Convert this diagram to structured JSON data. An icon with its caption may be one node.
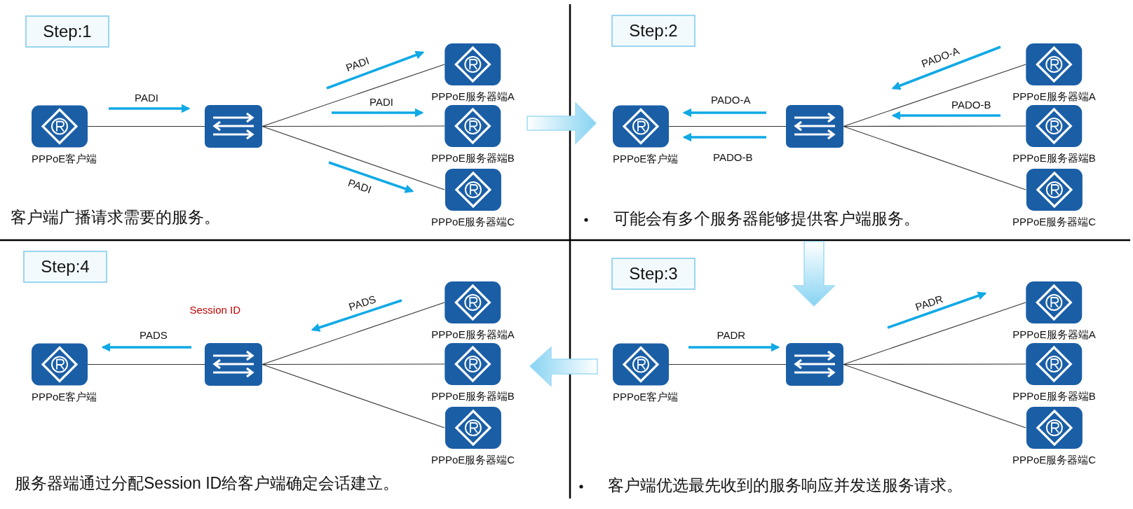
{
  "diagram": {
    "nodes": [
      {
        "text": [],
        "shape": "panel"
      },
      {
        "text": [
          "Step:1"
        ],
        "in": 0
      },
      {
        "text": [],
        "shape": "router",
        "beside": [
          "PPPoE客户端"
        ],
        "in": 0
      },
      {
        "text": [],
        "shape": "switch",
        "in": 0
      },
      {
        "text": [],
        "shape": "router",
        "beside": [
          "PPPoE服务器端A"
        ],
        "in": 0
      },
      {
        "text": [],
        "shape": "router",
        "beside": [
          "PPPoE服务器端B"
        ],
        "in": 0
      },
      {
        "text": [],
        "shape": "router",
        "beside": [
          "PPPoE服务器端C"
        ],
        "in": 0
      },
      {
        "text": [],
        "shape": "panel"
      },
      {
        "text": [
          "Step:2"
        ],
        "in": 7
      },
      {
        "text": [],
        "shape": "router",
        "beside": [
          "PPPoE客户端"
        ],
        "in": 7
      },
      {
        "text": [],
        "shape": "switch",
        "in": 7
      },
      {
        "text": [],
        "shape": "router",
        "beside": [
          "PPPoE服务器端A"
        ],
        "in": 7
      },
      {
        "text": [],
        "shape": "router",
        "beside": [
          "PPPoE服务器端B"
        ],
        "in": 7
      },
      {
        "text": [],
        "shape": "router",
        "beside": [
          "PPPoE服务器端C"
        ],
        "in": 7
      },
      {
        "text": [],
        "shape": "panel"
      },
      {
        "text": [
          "Step:4"
        ],
        "in": 14
      },
      {
        "text": [],
        "shape": "router",
        "beside": [
          "PPPoE客户端"
        ],
        "in": 14
      },
      {
        "text": [],
        "shape": "switch",
        "in": 14
      },
      {
        "text": [],
        "shape": "router",
        "beside": [
          "PPPoE服务器端A"
        ],
        "in": 14
      },
      {
        "text": [],
        "shape": "router",
        "beside": [
          "PPPoE服务器端B"
        ],
        "in": 14
      },
      {
        "text": [],
        "shape": "router",
        "beside": [
          "PPPoE服务器端C"
        ],
        "in": 14
      },
      {
        "text": [],
        "shape": "panel"
      },
      {
        "text": [
          "Step:3"
        ],
        "in": 21
      },
      {
        "text": [],
        "shape": "router",
        "beside": [
          "PPPoE客户端"
        ],
        "in": 21
      },
      {
        "text": [],
        "shape": "switch",
        "in": 21
      },
      {
        "text": [],
        "shape": "router",
        "beside": [
          "PPPoE服务器端A"
        ],
        "in": 21
      },
      {
        "text": [],
        "shape": "router",
        "beside": [
          "PPPoE服务器端B"
        ],
        "in": 21
      },
      {
        "text": [],
        "shape": "router",
        "beside": [
          "PPPoE服务器端C"
        ],
        "in": 21
      }
    ],
    "edges": [
      {
        "from": 2,
        "to": 3,
        "arrow": "none"
      },
      {
        "from": 3,
        "to": 4,
        "arrow": "none"
      },
      {
        "from": 3,
        "to": 5,
        "arrow": "none"
      },
      {
        "from": 3,
        "to": 6,
        "arrow": "none"
      },
      {
        "from": 9,
        "to": 10,
        "arrow": "none"
      },
      {
        "from": 10,
        "to": 11,
        "arrow": "none"
      },
      {
        "from": 10,
        "to": 12,
        "arrow": "none"
      },
      {
        "from": 10,
        "to": 13,
        "arrow": "none"
      },
      {
        "from": 16,
        "to": 17,
        "arrow": "none"
      },
      {
        "from": 17,
        "to": 18,
        "arrow": "none"
      },
      {
        "from": 17,
        "to": 19,
        "arrow": "none"
      },
      {
        "from": 17,
        "to": 20,
        "arrow": "none"
      },
      {
        "from": 23,
        "to": 24,
        "arrow": "none"
      },
      {
        "from": 24,
        "to": 25,
        "arrow": "none"
      },
      {
        "from": 24,
        "to": 26,
        "arrow": "none"
      },
      {
        "from": 24,
        "to": 27,
        "arrow": "none"
      },
      {
        "from": 0,
        "to": 7,
        "arrow": "to"
      },
      {
        "from": 7,
        "to": 21,
        "arrow": "to"
      },
      {
        "from": 21,
        "to": 14,
        "arrow": "to"
      }
    ],
    "labels": [
      "PADI",
      "PADI",
      "PADI",
      "PADI",
      "客户端广播请求需要的服务。",
      "PADO-A",
      "PADO-A",
      "PADO-B",
      "PADO-B",
      "可能会有多个服务器能够提供客户端服务。",
      "PADS",
      "Session ID",
      "PADS",
      "服务器端通过分配Session ID给客户端确定会话建立。",
      "PADR",
      "PADR",
      "客户端优选最先收到的服务响应并发送服务请求。"
    ]
  }
}
